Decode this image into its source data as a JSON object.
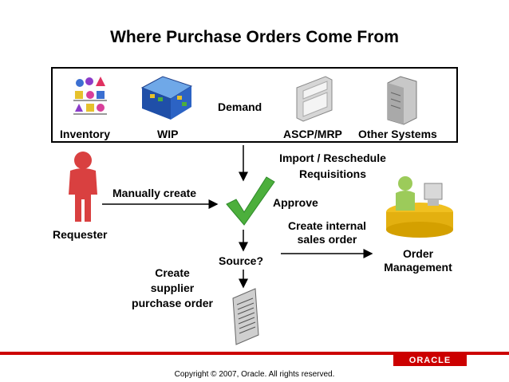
{
  "title": "Where Purchase Orders Come From",
  "sources": {
    "inventory": "Inventory",
    "wip": "WIP",
    "ascp": "ASCP/MRP",
    "other": "Other Systems",
    "demand": "Demand"
  },
  "flow": {
    "import_line1": "Import / Reschedule",
    "import_line2": "Requisitions",
    "manually_create": "Manually create",
    "requester": "Requester",
    "approve": "Approve",
    "internal_line1": "Create internal",
    "internal_line2": "sales order",
    "order_mgmt_line1": "Order",
    "order_mgmt_line2": "Management",
    "source_q": "Source?",
    "supplier_line1": "Create",
    "supplier_line2": "supplier",
    "supplier_line3": "purchase order"
  },
  "icons": [
    "inventory-shapes-icon",
    "wip-factory-icon",
    "ascp-window-icon",
    "server-tower-icon",
    "requester-person-icon",
    "approve-check-icon",
    "order-management-person-icon",
    "purchase-order-document-icon"
  ],
  "colors": {
    "check": "#4caf3c",
    "requester": "#d94040",
    "oracle_red": "#cc0000"
  },
  "footer": {
    "copyright": "Copyright © 2007, Oracle. All rights reserved.",
    "logo": "ORACLE"
  }
}
